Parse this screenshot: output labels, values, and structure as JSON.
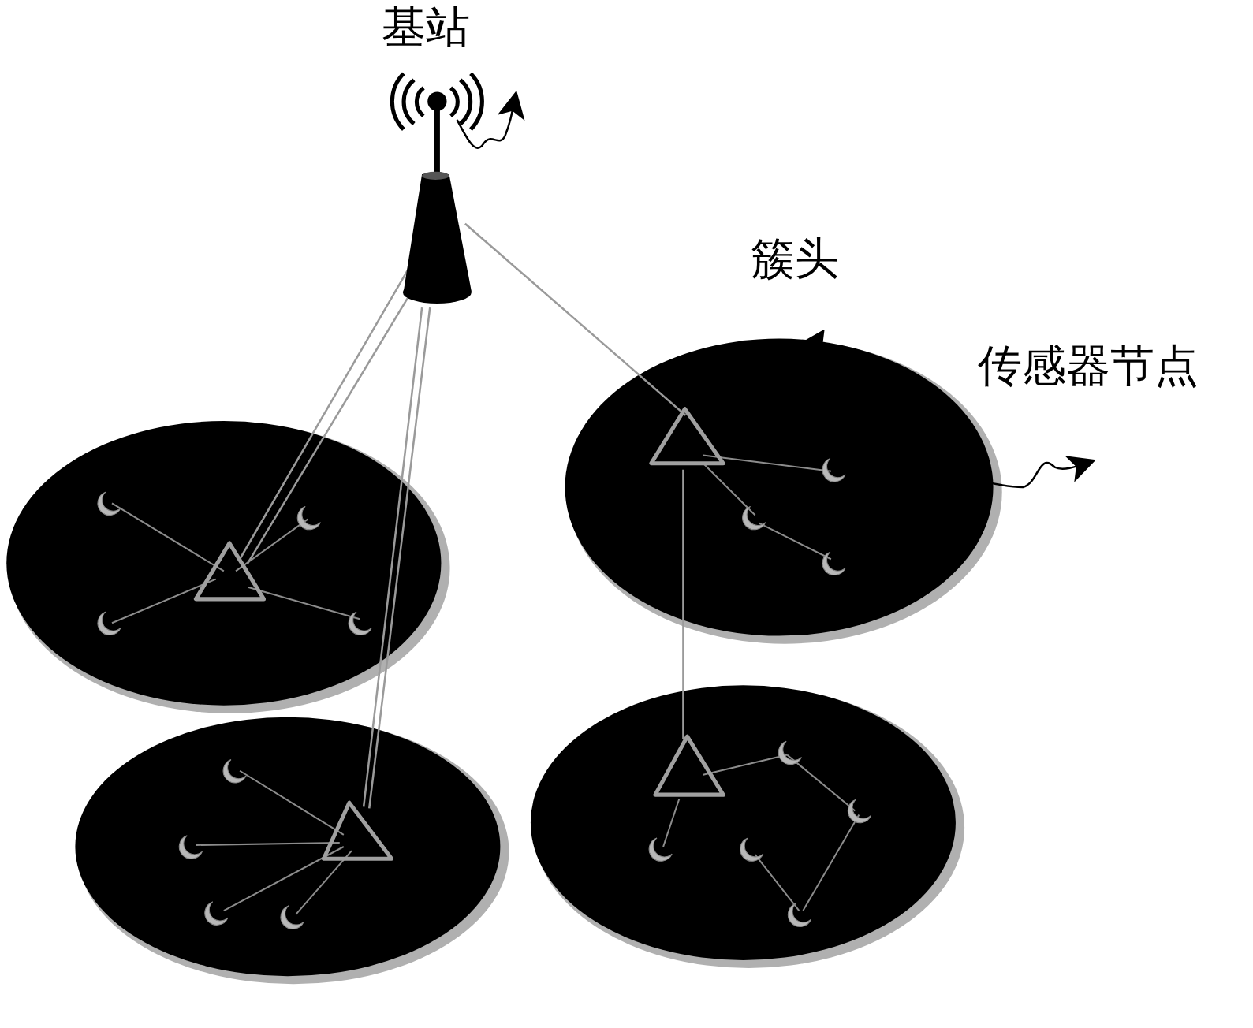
{
  "diagram": {
    "labels": [
      "基站",
      "簇头",
      "传感器节点"
    ]
  }
}
